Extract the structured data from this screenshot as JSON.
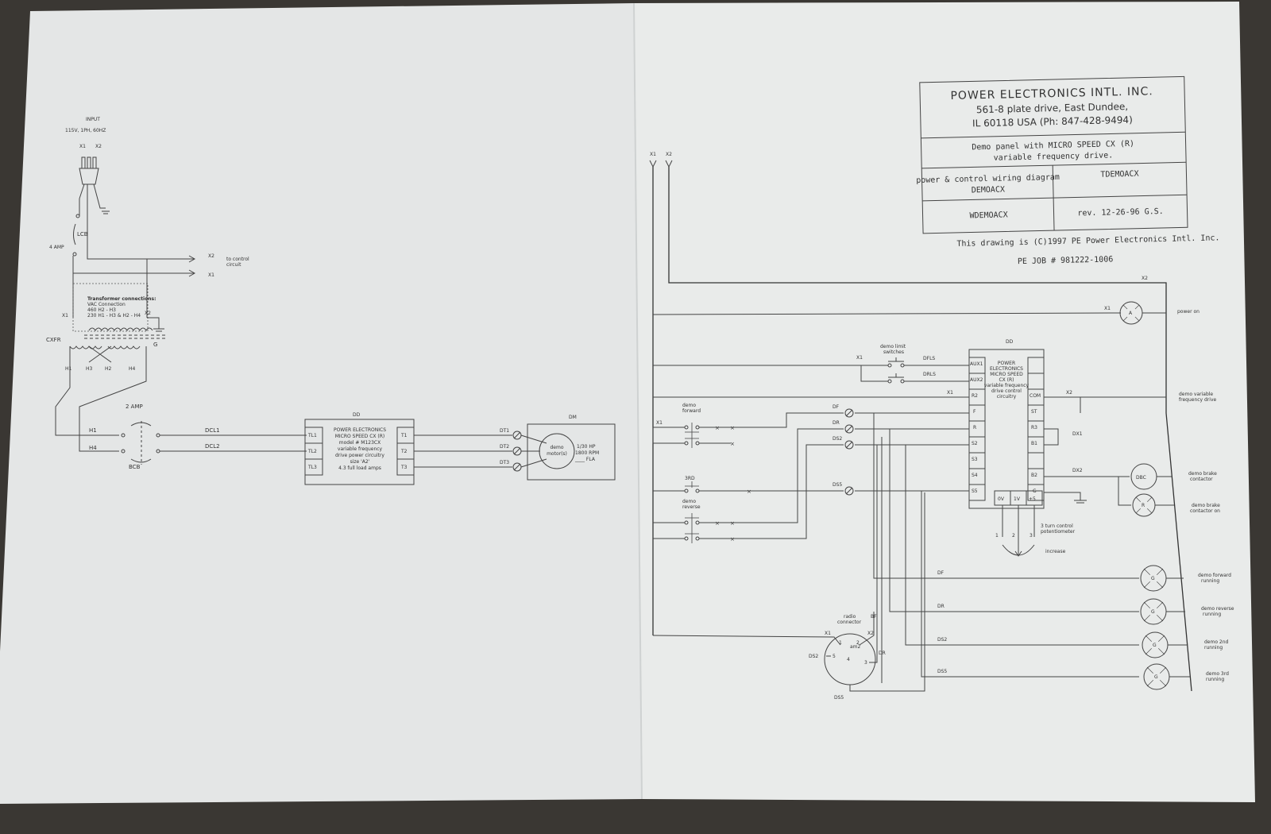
{
  "title_block": {
    "company": "POWER ELECTRONICS INTL. INC.",
    "address1": "561-8 plate drive,  East Dundee,",
    "address2": "IL  60118  USA  (Ph:  847-428-9494)",
    "desc1": "Demo panel with MICRO SPEED CX (R)",
    "desc2": "variable frequency drive.",
    "cell_left_top1": "power & control  wiring diagram",
    "cell_left_top2": "DEMOACX",
    "cell_right_top": "TDEMOACX",
    "cell_left_bot": "WDEMOACX",
    "cell_right_bot": "rev. 12-26-96 G.S.",
    "copyright": "This drawing is (C)1997 PE Power Electronics Intl. Inc.",
    "job": "PE JOB #  981222-1006"
  },
  "power": {
    "input_title": "INPUT",
    "input_spec": "115V, 1PH, 60HZ",
    "x1": "X1",
    "x2": "X2",
    "lcb": "LCB",
    "amp4": "4 AMP",
    "to_control_1": "to control",
    "to_control_2": "circuit",
    "xfmr_note_1": "Transformer connections:",
    "xfmr_note_2": "VAC      Connection",
    "xfmr_note_3": "460       H2 - H3",
    "xfmr_note_4": "230       H1 - H3  &  H2 - H4",
    "cxfr": "CXFR",
    "g": "G",
    "h1": "H1",
    "h3": "H3",
    "h2": "H2",
    "h4": "H4",
    "amp2": "2 AMP",
    "bcb": "BCB",
    "dcl1": "DCL1",
    "dcl2": "DCL2",
    "dd": "DD",
    "drive_lines": [
      "POWER ELECTRONICS",
      "MICRO SPEED CX (R)",
      "model # M123CX",
      "variable frequency",
      "drive power circuitry",
      "size 'A2'",
      "4.3 full load amps"
    ],
    "tl1": "TL1",
    "tl2": "TL2",
    "tl3": "TL3",
    "t1": "T1",
    "t2": "T2",
    "t3": "T3",
    "dt1": "DT1",
    "dt2": "DT2",
    "dt3": "DT3",
    "dm": "DM",
    "motor_1": "demo",
    "motor_2": "motor(s)",
    "motor_hp": "1/30 HP",
    "motor_rpm": "1800 RPM",
    "motor_fla": "____ FLA"
  },
  "control": {
    "x1": "X1",
    "x2": "X2",
    "power_on": "power on",
    "lamp_a": "A",
    "dd": "DD",
    "limit_1": "demo limit",
    "limit_2": "switches",
    "dfls": "DFLS",
    "drls": "DRLS",
    "drive_lines": [
      "POWER",
      "ELECTRONICS",
      "MICRO SPEED",
      "CX (R)",
      "variable frequency",
      "drive control",
      "circuitry"
    ],
    "left_terms": [
      "AUX1",
      "AUX2",
      "R2",
      "F",
      "R",
      "S2",
      "S3",
      "S4",
      "S5"
    ],
    "right_terms": [
      "",
      "",
      "COM",
      "ST",
      "R3",
      "B1",
      "",
      "B2",
      "G"
    ],
    "bottom_terms": [
      "0V",
      "1V",
      "+5"
    ],
    "forward_1": "demo",
    "forward_2": "forward",
    "third": "3RD",
    "reverse_1": "demo",
    "reverse_2": "reverse",
    "df": "DF",
    "dr": "DR",
    "ds2": "DS2",
    "ds5": "DS5",
    "dx1": "DX1",
    "dx2": "DX2",
    "vfd_1": "demo variable",
    "vfd_2": "frequency drive",
    "dbc": "DBC",
    "brake_1": "demo brake",
    "brake_2": "contactor",
    "lamp_r": "R",
    "brake_on_1": "demo brake",
    "brake_on_2": "contactor on",
    "pot_1": "3 turn control",
    "pot_2": "potentiometer",
    "increase": "increase",
    "pot_nums": [
      "1",
      "2",
      "3"
    ],
    "lamp_g": "G",
    "run_fwd_1": "demo forward",
    "run_fwd_2": "running",
    "run_rev_1": "demo reverse",
    "run_rev_2": "running",
    "run_2nd_1": "demo 2nd",
    "run_2nd_2": "running",
    "run_3rd_1": "demo 3rd",
    "run_3rd_2": "running",
    "radio_1": "radio",
    "radio_2": "connector",
    "bf": "BF",
    "am2": "am2",
    "pins": [
      "1",
      "2",
      "3",
      "4",
      "5"
    ]
  },
  "colors": {
    "paper": "#e6e8e8",
    "ink": "#444444",
    "background": "#3a3733"
  }
}
